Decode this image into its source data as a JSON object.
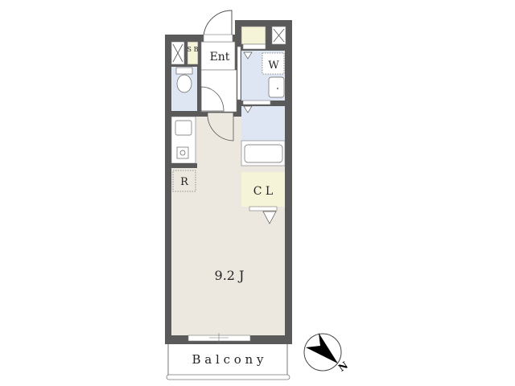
{
  "floorplan": {
    "rooms": {
      "entrance": "Ent",
      "shoe_box": "S B",
      "washer": "W",
      "refrigerator": "R",
      "closet": "C L",
      "main_room": "9.2 J",
      "balcony": "B a l c o n y"
    },
    "compass": {
      "label": "N"
    },
    "colors": {
      "wall": "#5a5a5a",
      "floor": "#ece8df",
      "wet_area": "#dde6f2",
      "storage": "#f6f4d8"
    }
  }
}
